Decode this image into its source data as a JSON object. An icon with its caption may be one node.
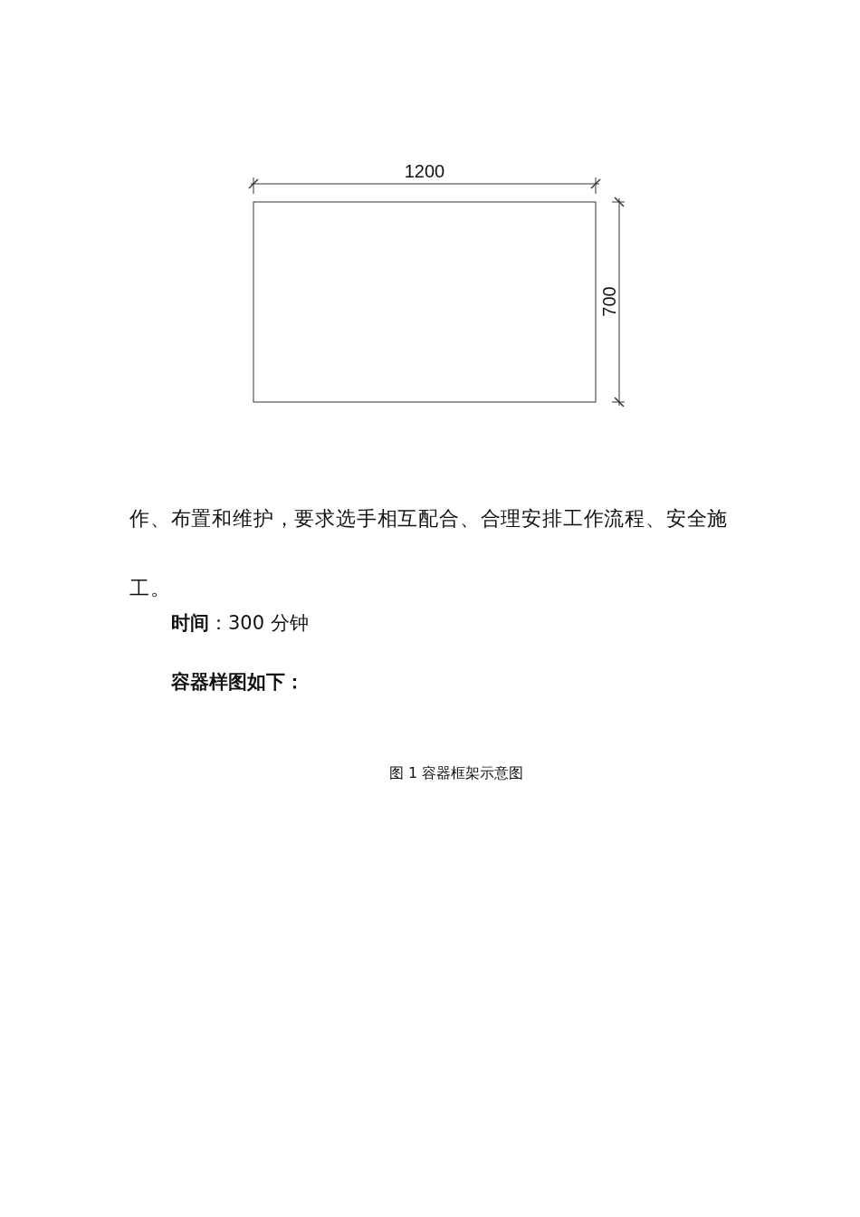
{
  "diagram": {
    "caption": "图 1 容器框架示意图",
    "nodes": [
      {
        "text": [],
        "shape": "box"
      }
    ],
    "labels": [
      "1200",
      "700",
      "作、布置和维护，要求选手相互配合、合理安排工作流程、安全施工。",
      "**时间**：300 分钟",
      "容器样图如下："
    ]
  }
}
